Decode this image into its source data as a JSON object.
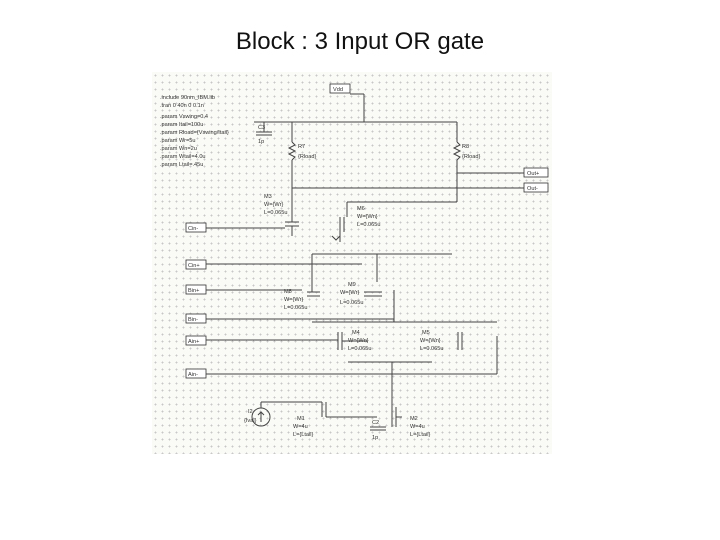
{
  "slide": {
    "title": "Block : 3 Input OR gate"
  },
  "netlist": {
    "lines": [
      ".include 90nm_IBM.lib",
      ".tran 0 40n 0 0.1n",
      ".param Vswing=0.4",
      ".param Itail=100u",
      ".param Rload={Vswing/Itail}",
      ".param Wr=5u",
      ".param Wn=2u",
      ".param Wtail=4.0u",
      ".param Ltail=.45u"
    ]
  },
  "ports": {
    "vdd": "Vdd",
    "out_p": "Out+",
    "out_n": "Out-",
    "cin_n": "Cin-",
    "cin_p": "Cin+",
    "bin_p": "Bin+",
    "bin_n": "Bin-",
    "ain_p": "Ain+",
    "ain_n": "Ain-"
  },
  "components": {
    "c3": {
      "name": "C3",
      "value": "1p"
    },
    "r7": {
      "name": "R7",
      "value": "{Rload}"
    },
    "r8": {
      "name": "R8",
      "value": "{Rload}"
    },
    "m3": {
      "name": "M3",
      "w": "W={Wr}",
      "l": "L=0.065u"
    },
    "m6": {
      "name": "M6",
      "w": "W={Wn}",
      "l": "L=0.065u"
    },
    "m8": {
      "name": "M8",
      "w": "W={Wr}",
      "l": "L=0.065u"
    },
    "m9": {
      "name": "M9",
      "w": "W={Wr}",
      "l": "L=0.065u"
    },
    "m4": {
      "name": "M4",
      "w": "W={Wn}",
      "l": "L=0.065u"
    },
    "m5": {
      "name": "M5",
      "w": "W={Wn}",
      "l": "L=0.065u"
    },
    "i2": {
      "name": "I2",
      "value": "{Ival}"
    },
    "m1": {
      "name": "M1",
      "w": "W=4u",
      "l": "L={Ltail}"
    },
    "c2": {
      "name": "C2",
      "value": "1p"
    },
    "m2": {
      "name": "M2",
      "w": "W=4u",
      "l": "L={Ltail}"
    }
  }
}
